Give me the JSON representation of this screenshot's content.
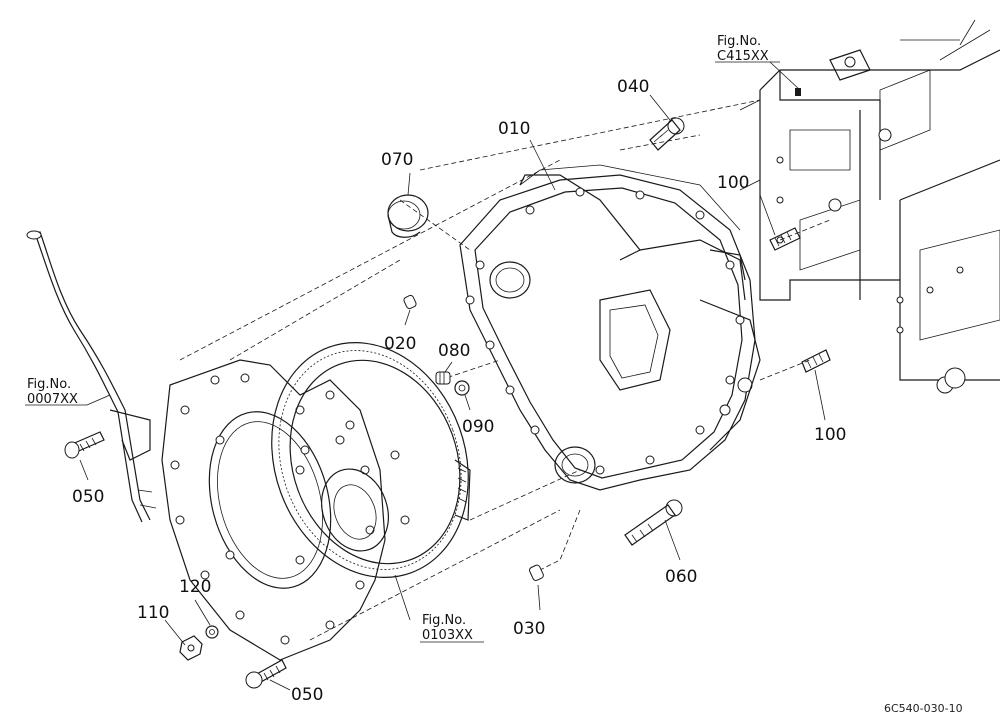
{
  "labels": {
    "p010": "010",
    "p020": "020",
    "p030": "030",
    "p040": "040",
    "p050a": "050",
    "p050b": "050",
    "p060": "060",
    "p070": "070",
    "p080": "080",
    "p090": "090",
    "p100a": "100",
    "p100b": "100",
    "p110": "110",
    "p120": "120"
  },
  "figure_refs": {
    "upper_right": {
      "title": "Fig.No.",
      "code": "C415XX"
    },
    "left": {
      "title": "Fig.No.",
      "code": "0007XX"
    },
    "center": {
      "title": "Fig.No.",
      "code": "0103XX"
    }
  },
  "diagram_code": "6C540-030-10",
  "colors": {
    "ink": "#1a1a1a",
    "paper": "#ffffff"
  }
}
